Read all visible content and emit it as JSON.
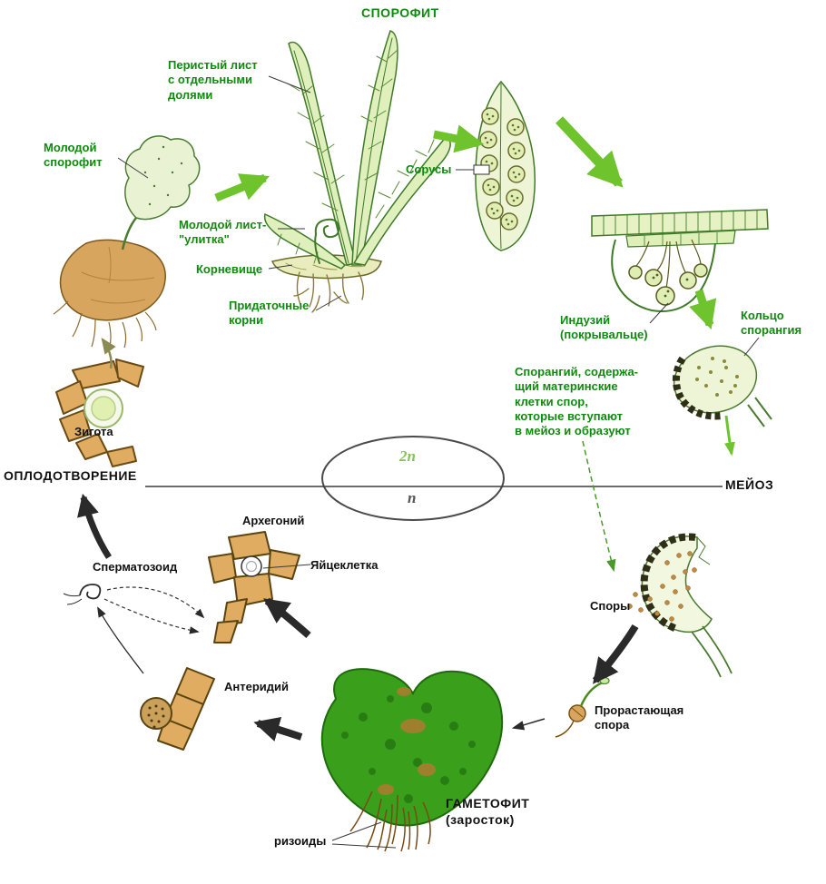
{
  "labels": {
    "sporophyte_title": "СПОРОФИТ",
    "pinnate_leaf": "Перистый лист\nс отдельными\nдолями",
    "young_sporophyte": "Молодой\nспорофит",
    "sori": "Сорусы",
    "young_leaf": "Молодой лист-\n\"улитка\"",
    "rhizome": "Корневище",
    "adventitious_roots": "Придаточные\nкорни",
    "indusium": "Индузий\n(покрывальце)",
    "annulus": "Кольцо\nспорангия",
    "sporangium_description": "Спорангий, содержа-\nщий материнские\nклетки спор,\nкоторые вступают\nв мейоз и образуют",
    "zygote": "Зигота",
    "fertilization": "ОПЛОДОТВОРЕНИЕ",
    "diploid": "2n",
    "haploid": "n",
    "meiosis": "МЕЙОЗ",
    "archegonium": "Архегоний",
    "spermatozoid": "Сперматозоид",
    "egg_cell": "Яйцеклетка",
    "spores": "Споры",
    "antheridium": "Антеридий",
    "germinating_spore": "Прорастающая\nспора",
    "gametophyte": "ГАМЕТОФИТ\n(заросток)",
    "rhizoids": "ризоиды"
  },
  "colors": {
    "label_green": "#0f8a0f",
    "label_black": "#111111",
    "arrow_green": "#6fc42e",
    "arrow_black": "#2a2a2a",
    "leaf_fill": "#e7f2cc",
    "leaf_outline": "#3f7a28",
    "tan_fill": "#dfac62",
    "tan_outline": "#5a4410",
    "gametophyte_green": "#3aa01c",
    "background": "#ffffff"
  }
}
